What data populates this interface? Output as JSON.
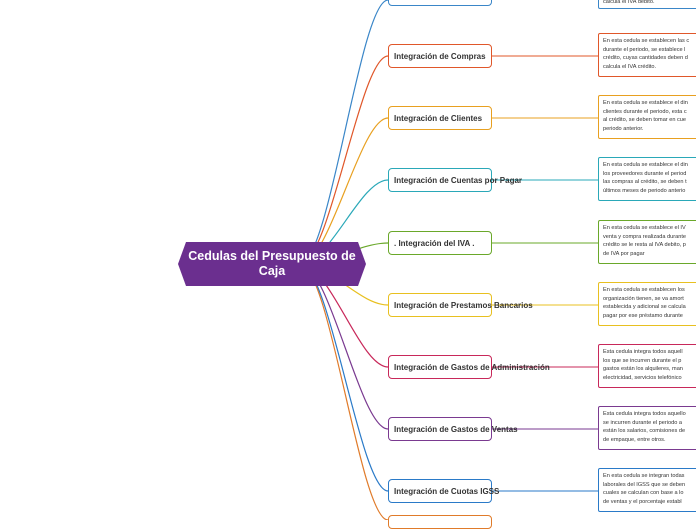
{
  "central": {
    "title": "Cedulas del Presupuesto de Caja",
    "color": "#6b2f8f"
  },
  "top_partial": {
    "note": "calcula el IVA debito.",
    "color": "#3a86c8"
  },
  "bottom_partial": {
    "color": "#e07b2a"
  },
  "branches": [
    {
      "label": "Integración de Compras",
      "color": "#e0572a",
      "note": "En esta cedula se establecen las c\ndurante el periodo, se establece l\ncrédito, cuyas cantidades deben d\ncalcula el IVA crédito."
    },
    {
      "label": "Integración de Clientes",
      "color": "#e8a020",
      "note": "En esta cedula se establece el din\nclientes durante el periodo, esta c\nal crédito, se deben tomar en cue\nperiodo anterior."
    },
    {
      "label": "Integración de Cuentas por Pagar",
      "color": "#2aa8b8",
      "note": "En esta cedula se establece el din\nlos proveedores durante el period\nlas compras al crédito, se deben t\núltimos meses de periodo anterio"
    },
    {
      "label": ". Integración del IVA .",
      "color": "#6aa82a",
      "note": "En esta cedula se establece el IV\nventa y compra realizada durante\ncrédito se le resta al IVA debito, p\nde IVA por pagar"
    },
    {
      "label": "Integración de Prestamos Bancarios",
      "color": "#e8c020",
      "note": "En esta cedula se establecen los\norganización tienen, se va amort\nestablecida y adicional se calcula\npagar por ese préstamo durante"
    },
    {
      "label": "Integración de Gastos de Administración",
      "color": "#c8285a",
      "note": "Esta cedula integra todos aquell\nlos que se incurren durante el p\ngastos están los alquileres, man\nelectricidad, servicios telefónico"
    },
    {
      "label": "Integración de Gastos de Ventas",
      "color": "#7a3a90",
      "note": "Esta cedula integra todos aquello\nse incurren durante el periodo a\nestán los salarios, comisiones de\nde empaque, entre otros."
    },
    {
      "label": "Integración de Cuotas IGSS",
      "color": "#2a7ac8",
      "note": "En esta cedula se integran todas\nlaborales del IGSS que se deben\ncuales se calculan con base a lo\nde ventas y el porcentaje establ"
    }
  ]
}
